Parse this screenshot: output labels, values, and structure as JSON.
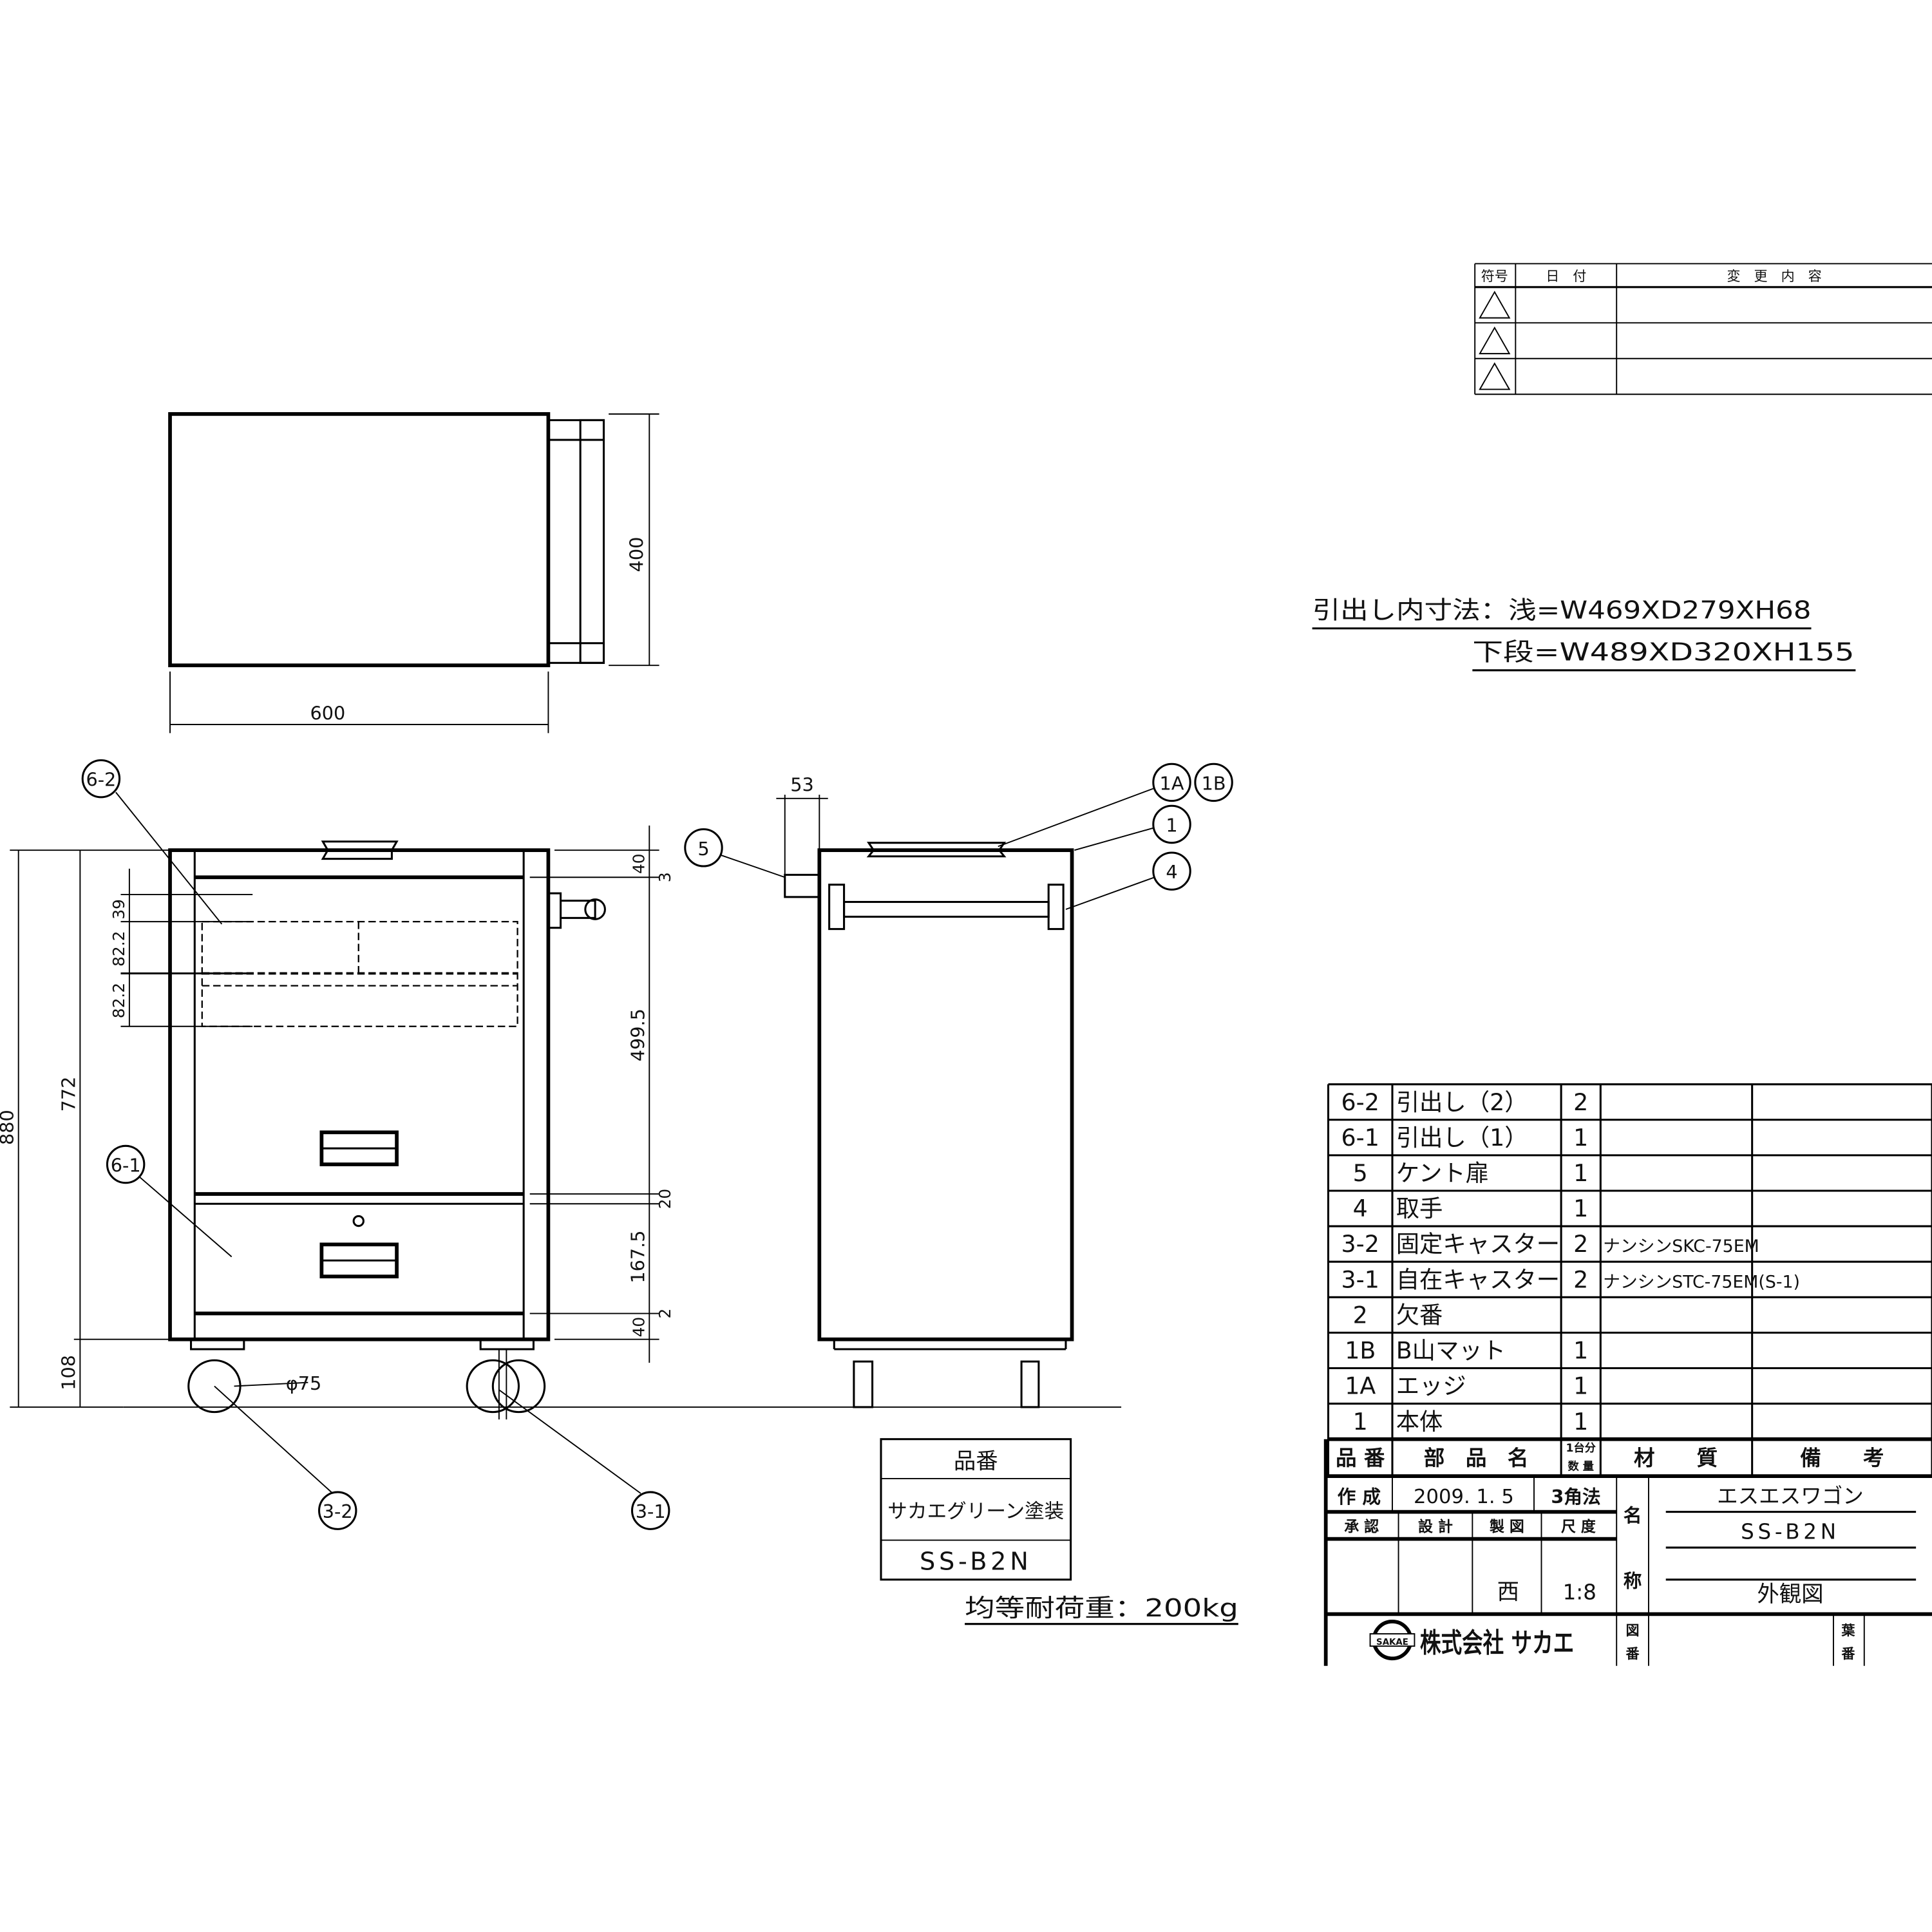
{
  "revision_table": {
    "headers": [
      "符号",
      "日　付",
      "変　更　内　容"
    ],
    "rows": 3
  },
  "drawer_inner_dims": {
    "line1": "引出し内寸法：浅=W469XD279XH68",
    "line2": "下段=W489XD320XH155"
  },
  "plan_view": {
    "width_dim": "600",
    "depth_dim": "400"
  },
  "front_view": {
    "overall_height": "880",
    "body_height": "772",
    "caster_height": "108",
    "dim_39": "39",
    "dim_82_2_a": "82.2",
    "dim_82_2_b": "82.2",
    "right_dims": [
      "40",
      "3",
      "499.5",
      "20",
      "167.5",
      "2",
      "40"
    ],
    "caster_dia": "φ75"
  },
  "side_view": {
    "door_offset": "53"
  },
  "callouts": {
    "c62": "6-2",
    "c61": "6-1",
    "c32": "3-2",
    "c31": "3-1",
    "c5": "5",
    "c1A": "1A",
    "c1B": "1B",
    "c1": "1",
    "c4": "4"
  },
  "product_box": {
    "header": "品番",
    "finish": "サカエグリーン塗装",
    "model": "SS-B2N"
  },
  "load_rating": "均等耐荷重：200kg",
  "parts_table": {
    "rows": [
      {
        "no": "6-2",
        "name": "引出し（2）",
        "qty": "2",
        "material": "",
        "note": ""
      },
      {
        "no": "6-1",
        "name": "引出し（1）",
        "qty": "1",
        "material": "",
        "note": ""
      },
      {
        "no": "5",
        "name": "ケント扉",
        "qty": "1",
        "material": "",
        "note": ""
      },
      {
        "no": "4",
        "name": "取手",
        "qty": "1",
        "material": "",
        "note": ""
      },
      {
        "no": "3-2",
        "name": "固定キャスター",
        "qty": "2",
        "material": "ナンシンSKC-75EM",
        "note": ""
      },
      {
        "no": "3-1",
        "name": "自在キャスター",
        "qty": "2",
        "material": "ナンシンSTC-75EM(S-1)",
        "note": ""
      },
      {
        "no": "2",
        "name": "欠番",
        "qty": "",
        "material": "",
        "note": ""
      },
      {
        "no": "1B",
        "name": "B山マット",
        "qty": "1",
        "material": "",
        "note": ""
      },
      {
        "no": "1A",
        "name": "エッジ",
        "qty": "1",
        "material": "",
        "note": ""
      },
      {
        "no": "1",
        "name": "本体",
        "qty": "1",
        "material": "",
        "note": ""
      }
    ],
    "headers": {
      "no": "品 番",
      "name": "部　品　名",
      "qty_top": "1台分",
      "qty_bottom": "数 量",
      "material": "材　　質",
      "note": "備　　考"
    }
  },
  "title_block": {
    "created_label": "作 成",
    "created_date": "2009. 1. 5",
    "projection": "3角法",
    "approve_label": "承 認",
    "design_label": "設 計",
    "draft_label": "製 図",
    "scale_label": "尺 度",
    "drafter": "西",
    "scale": "1:8",
    "name_label_top": "名",
    "name_label_bottom": "称",
    "product_name": "エスエスワゴン",
    "model": "SS-B2N",
    "drawing_type": "外観図",
    "drawing_no_label_top": "図",
    "drawing_no_label_bottom": "番",
    "sheet_label_top": "葉",
    "sheet_label_bottom": "番",
    "company_logo_text": "SAKAE",
    "company_name": "株式会社 サカエ"
  }
}
